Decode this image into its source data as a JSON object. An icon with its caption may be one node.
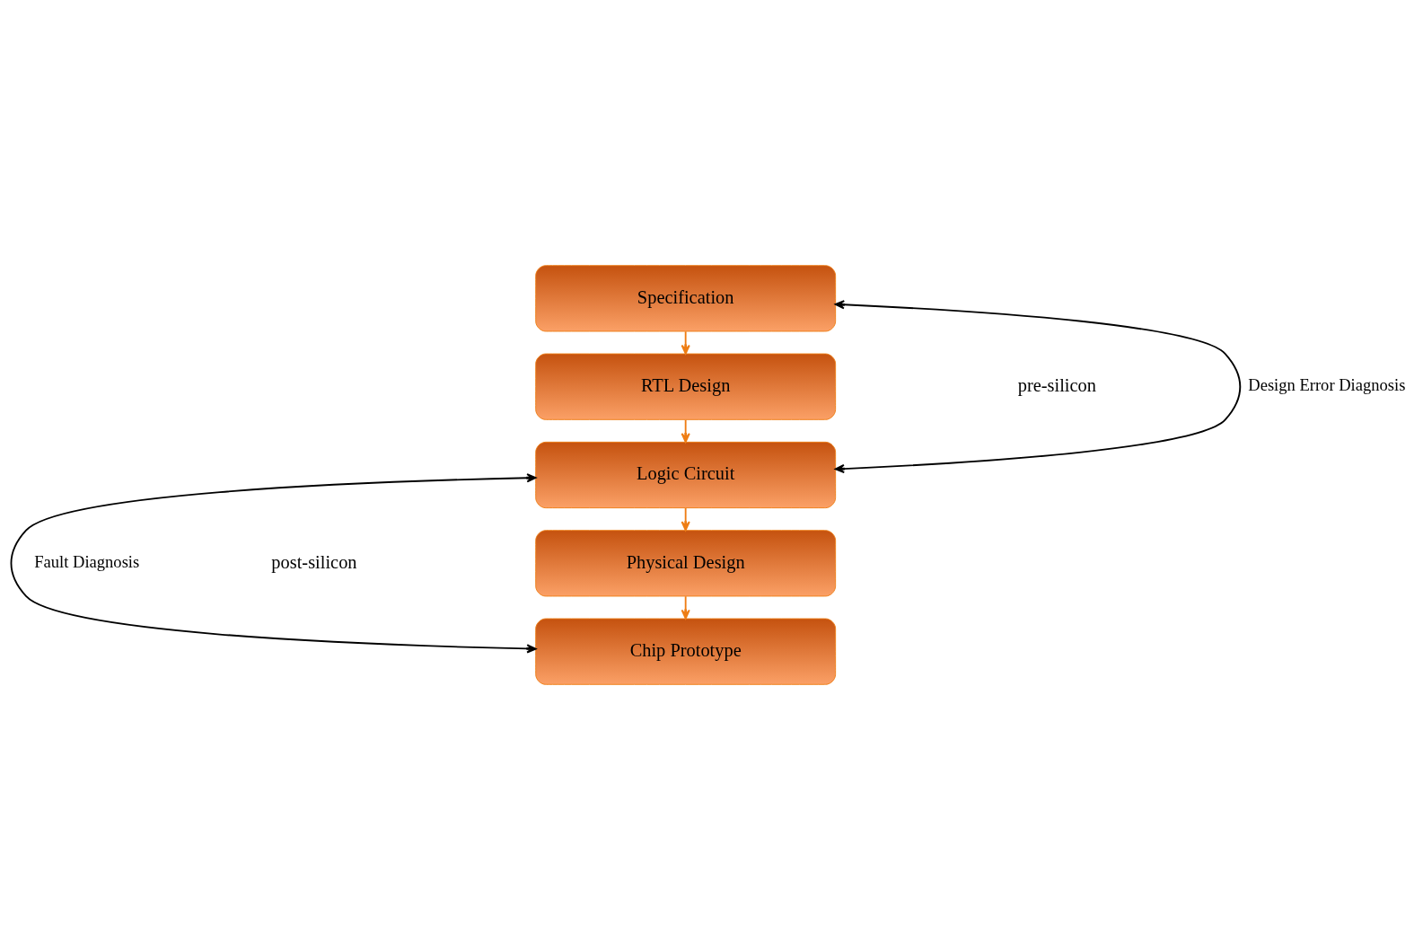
{
  "diagram": {
    "nodes": [
      {
        "text": [
          "Specification"
        ]
      },
      {
        "text": [
          "RTL Design"
        ]
      },
      {
        "text": [
          "Logic Circuit"
        ]
      },
      {
        "text": [
          "Physical Design"
        ]
      },
      {
        "text": [
          "Chip Prototype"
        ]
      }
    ],
    "edges": [
      {
        "from": 0,
        "to": 1,
        "arrow": "to"
      },
      {
        "from": 1,
        "to": 2,
        "arrow": "to"
      },
      {
        "from": 2,
        "to": 3,
        "arrow": "to"
      },
      {
        "from": 3,
        "to": 4,
        "arrow": "to"
      },
      {
        "from": 0,
        "to": 2,
        "arrow": "both",
        "label": "Design Error Diagnosis",
        "color": "#000000"
      },
      {
        "from": 2,
        "to": 4,
        "arrow": "both",
        "label": "Fault Diagnosis",
        "color": "#000000"
      }
    ],
    "labels": [
      "pre-silicon",
      "post-silicon"
    ]
  }
}
